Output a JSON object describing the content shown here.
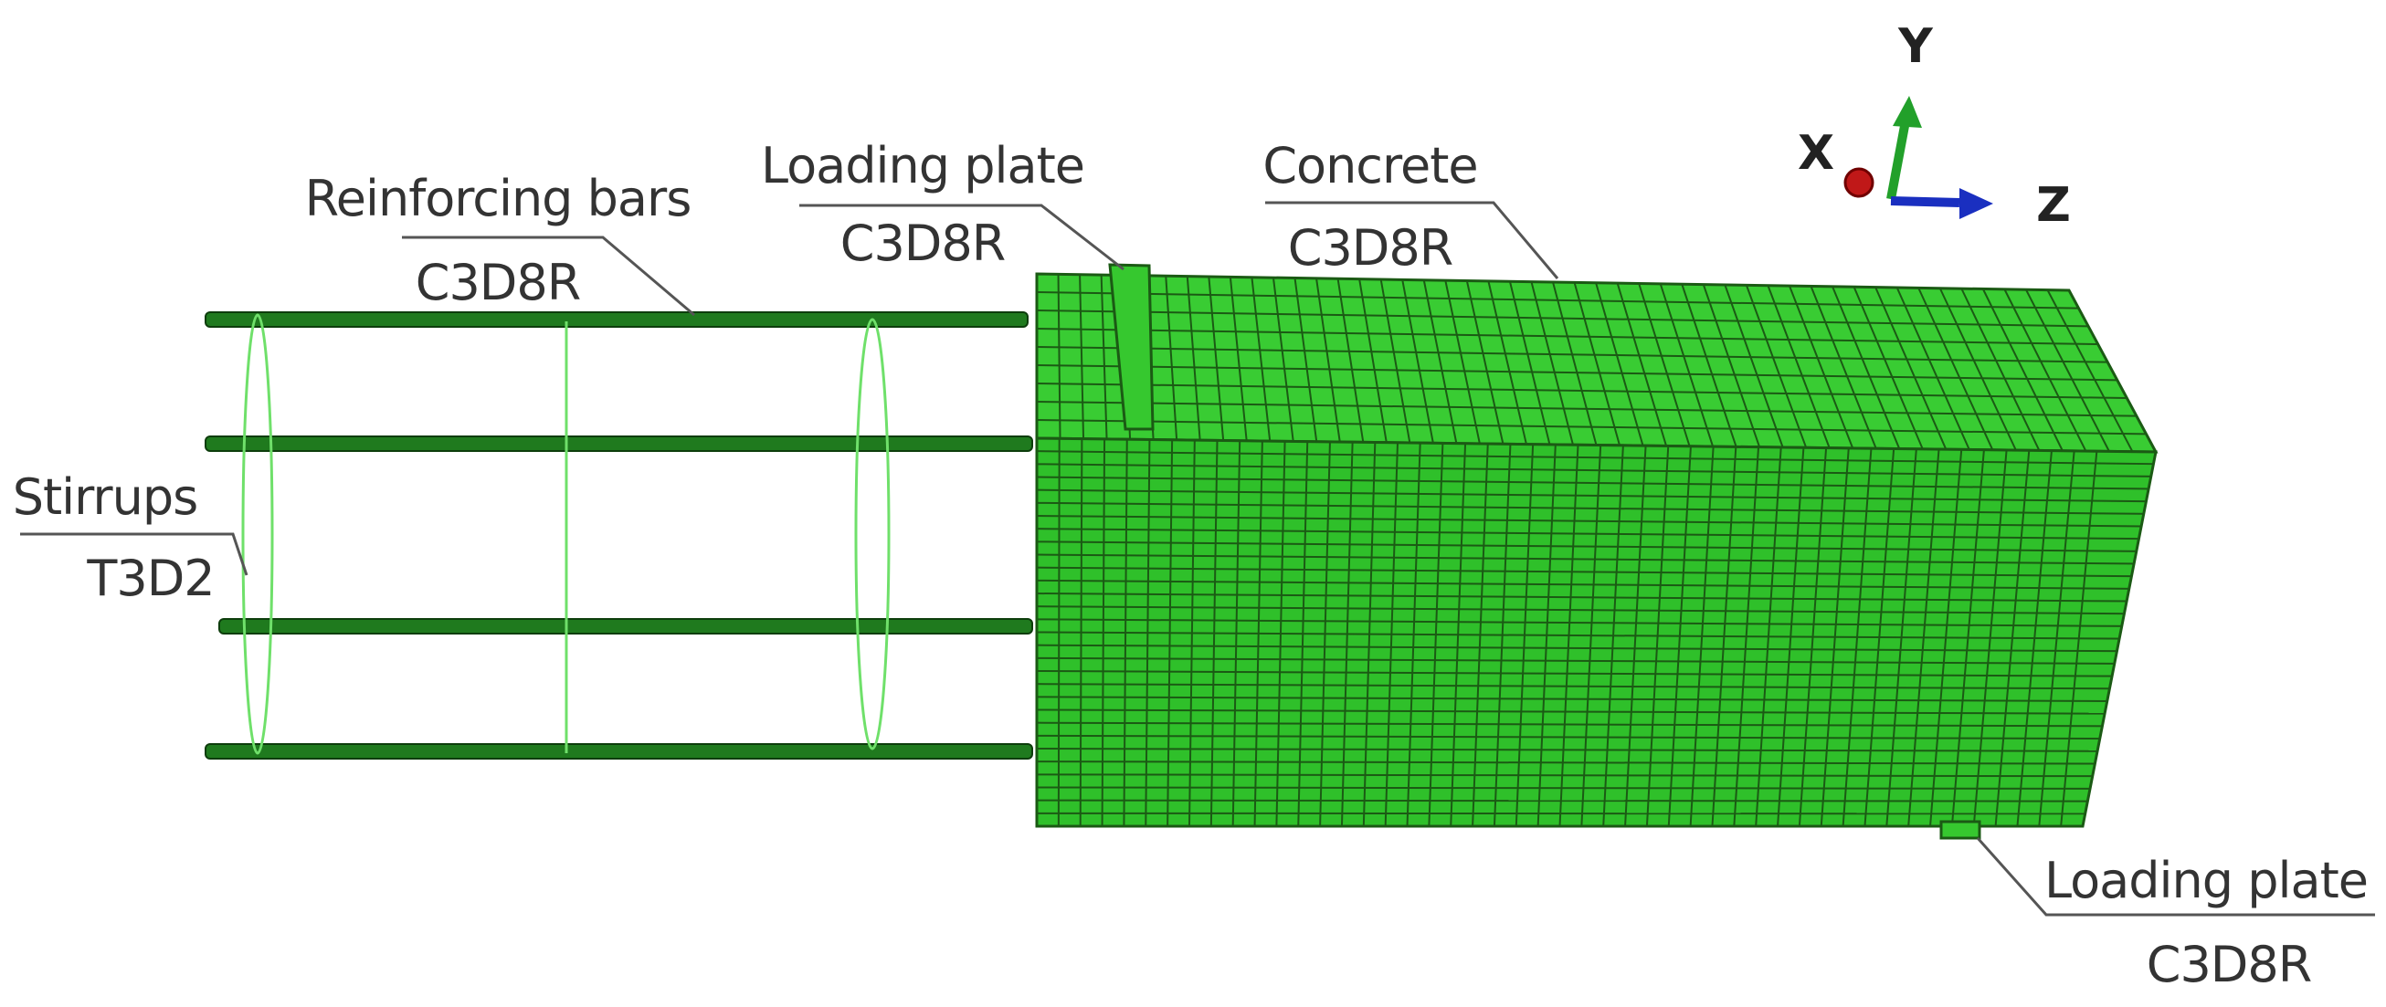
{
  "labels": {
    "reinforcing_bars": {
      "name": "Reinforcing bars",
      "element": "C3D8R"
    },
    "loading_plate_top": {
      "name": "Loading plate",
      "element": "C3D8R"
    },
    "concrete": {
      "name": "Concrete",
      "element": "C3D8R"
    },
    "stirrups": {
      "name": "Stirrups",
      "element": "T3D2"
    },
    "loading_plate_bottom": {
      "name": "Loading plate",
      "element": "C3D8R"
    }
  },
  "axes": {
    "x": "X",
    "y": "Y",
    "z": "Z"
  },
  "colors": {
    "mesh_fill": "#2fc02a",
    "mesh_line": "#1b5a14",
    "bar_fill": "#1f7a1e",
    "stirrup": "#6fe06a",
    "leader": "#555555",
    "axis_y": "#22a02a",
    "axis_z": "#1a2fc0",
    "axis_origin": "#c01818"
  },
  "mesh": {
    "front_columns": 48,
    "front_rows": 30,
    "top_rows": 9
  }
}
